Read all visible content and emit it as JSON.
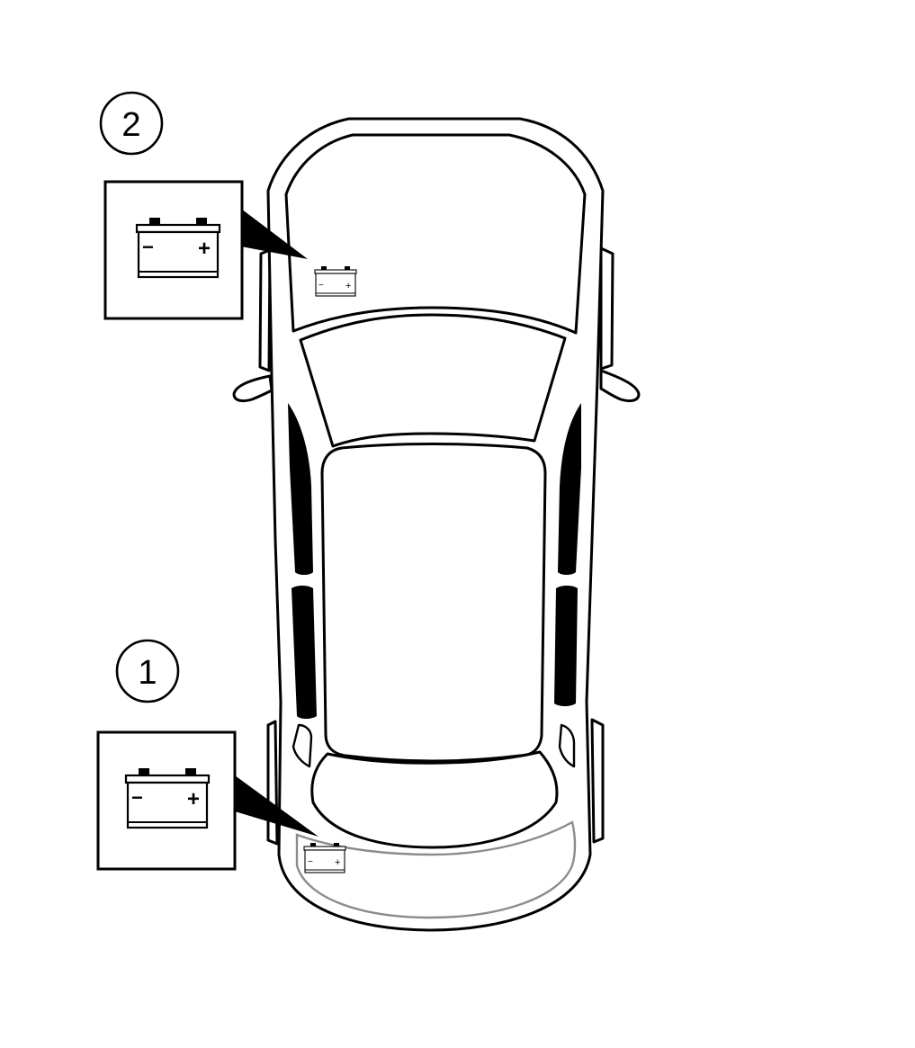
{
  "callouts": [
    {
      "id": "1",
      "label": "1",
      "description_icon": "battery-icon"
    },
    {
      "id": "2",
      "label": "2",
      "description_icon": "battery-icon"
    }
  ],
  "battery_symbols": {
    "minus": "−",
    "plus": "+"
  },
  "colors": {
    "line": "#000000",
    "background": "#ffffff",
    "rear_highlight": "#8c8c8c",
    "window_fill": "#000000"
  }
}
